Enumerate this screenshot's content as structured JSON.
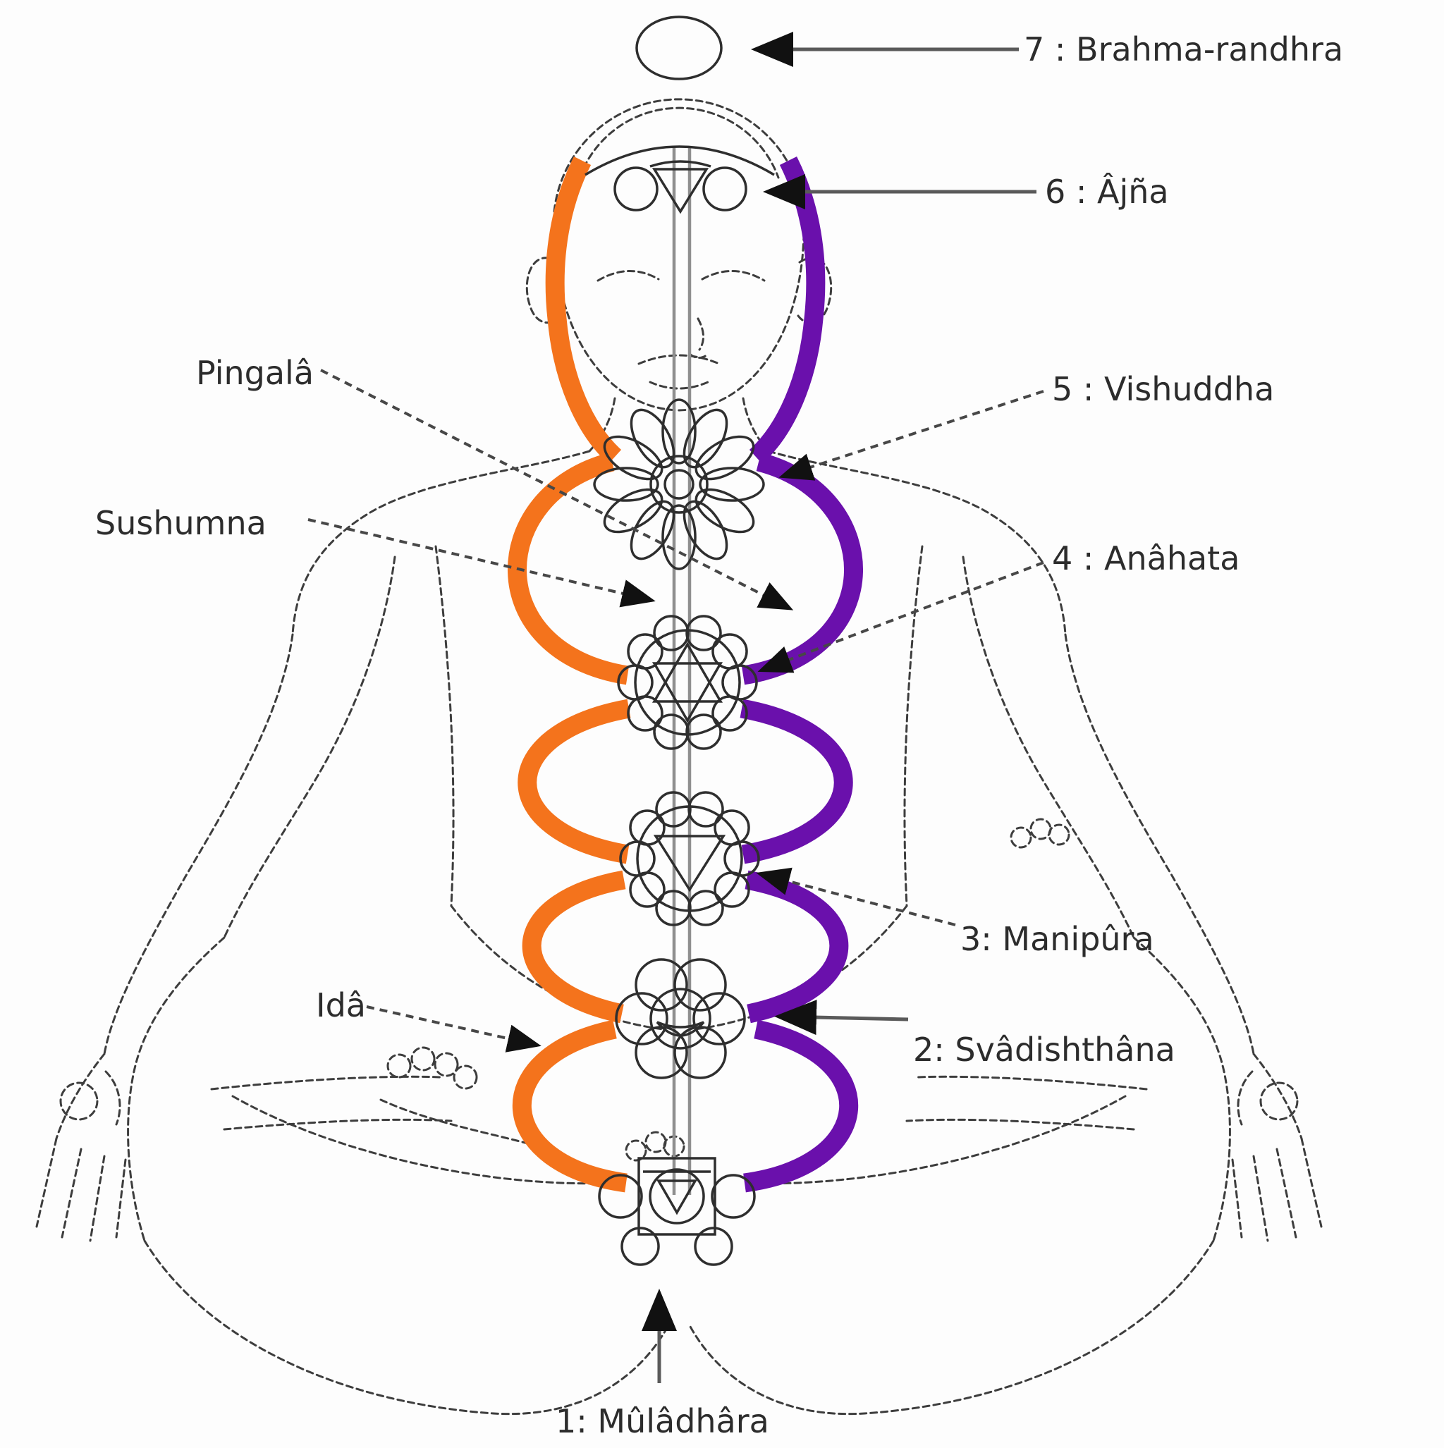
{
  "colors": {
    "bg": "#fdfdfd",
    "orange": "#f4731c",
    "purple": "#6a10ac",
    "line": "#3d3d3d"
  },
  "chakra_labels": {
    "c7": "7 : Brahma-randhra",
    "c6": "6 : Âjña",
    "c5": "5 : Vishuddha",
    "c4": "4 : Anâhata",
    "c3": "3: Manipûra",
    "c2": "2: Svâdishthâna",
    "c1": "1: Mûlâdhâra"
  },
  "nadi_labels": {
    "pingala": "Pingalâ",
    "sushumna": "Sushumna",
    "ida": "Idâ"
  }
}
